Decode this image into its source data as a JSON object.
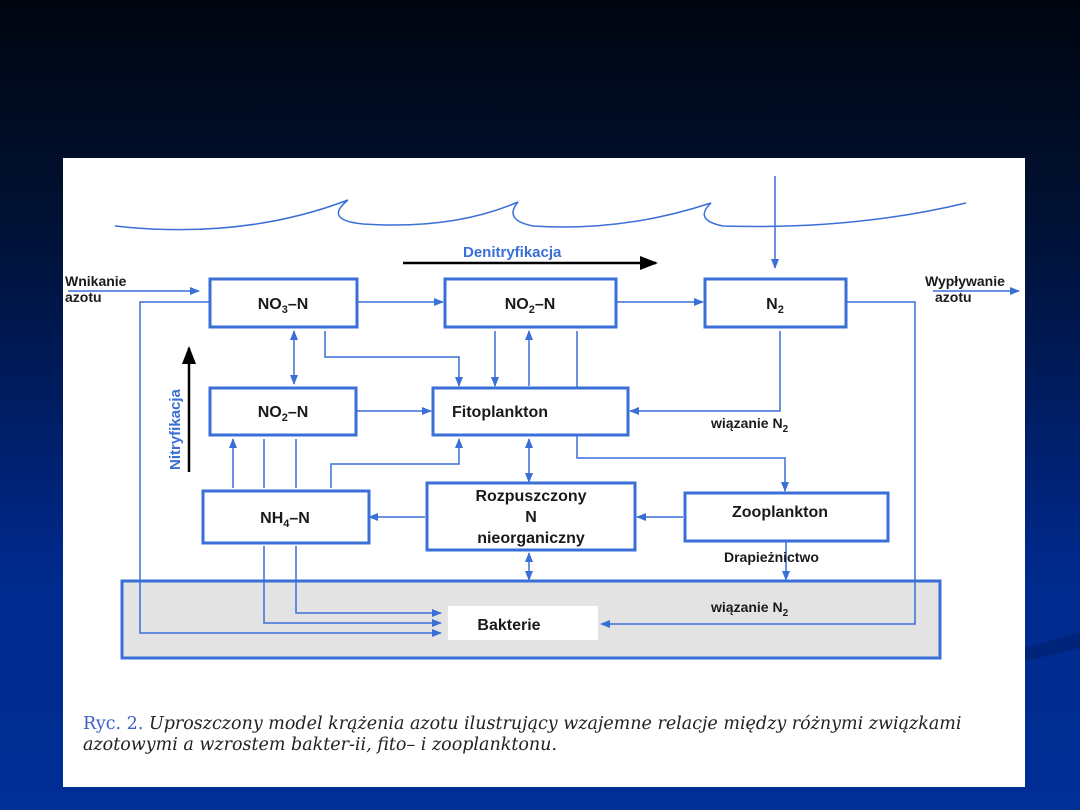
{
  "slide": {
    "background_color": "#002f96",
    "accent_line_color": "#3a6fd8"
  },
  "diagram": {
    "denitrification_label": "Denitryfikacja",
    "nitrification_label": "Nitryfikacja",
    "inflow_label_line1": "Wnikanie",
    "inflow_label_line2": "azotu",
    "outflow_label_line1": "Wypływanie",
    "outflow_label_line2": "azotu",
    "nodes": {
      "no3": {
        "main": "NO",
        "sub": "3",
        "suffix": "–N"
      },
      "no2_top": {
        "main": "NO",
        "sub": "2",
        "suffix": "–N"
      },
      "n2": {
        "main": "N",
        "sub": "2",
        "suffix": ""
      },
      "no2_left": {
        "main": "NO",
        "sub": "2",
        "suffix": "–N"
      },
      "fitoplankton": "Fitoplankton",
      "nh4": {
        "main": "NH",
        "sub": "4",
        "suffix": "–N"
      },
      "dissolved_line1": "Rozpuszczony",
      "dissolved_line2": "N",
      "dissolved_line3": "nieorganiczny",
      "zooplankton": "Zooplankton",
      "bakterie": "Bakterie"
    },
    "edge_labels": {
      "fixation_upper": {
        "main": "wiązanie N",
        "sub": "2"
      },
      "fixation_lower": {
        "main": "wiązanie N",
        "sub": "2"
      },
      "predation": "Drapieżnictwo"
    }
  },
  "caption": {
    "ref": "Ryc. 2.",
    "text": " Uproszczony model krążenia azotu ilustrujący wzajemne relacje między różnymi związkami azotowymi a wzrostem bakter-ii, fito– i zooplanktonu."
  }
}
